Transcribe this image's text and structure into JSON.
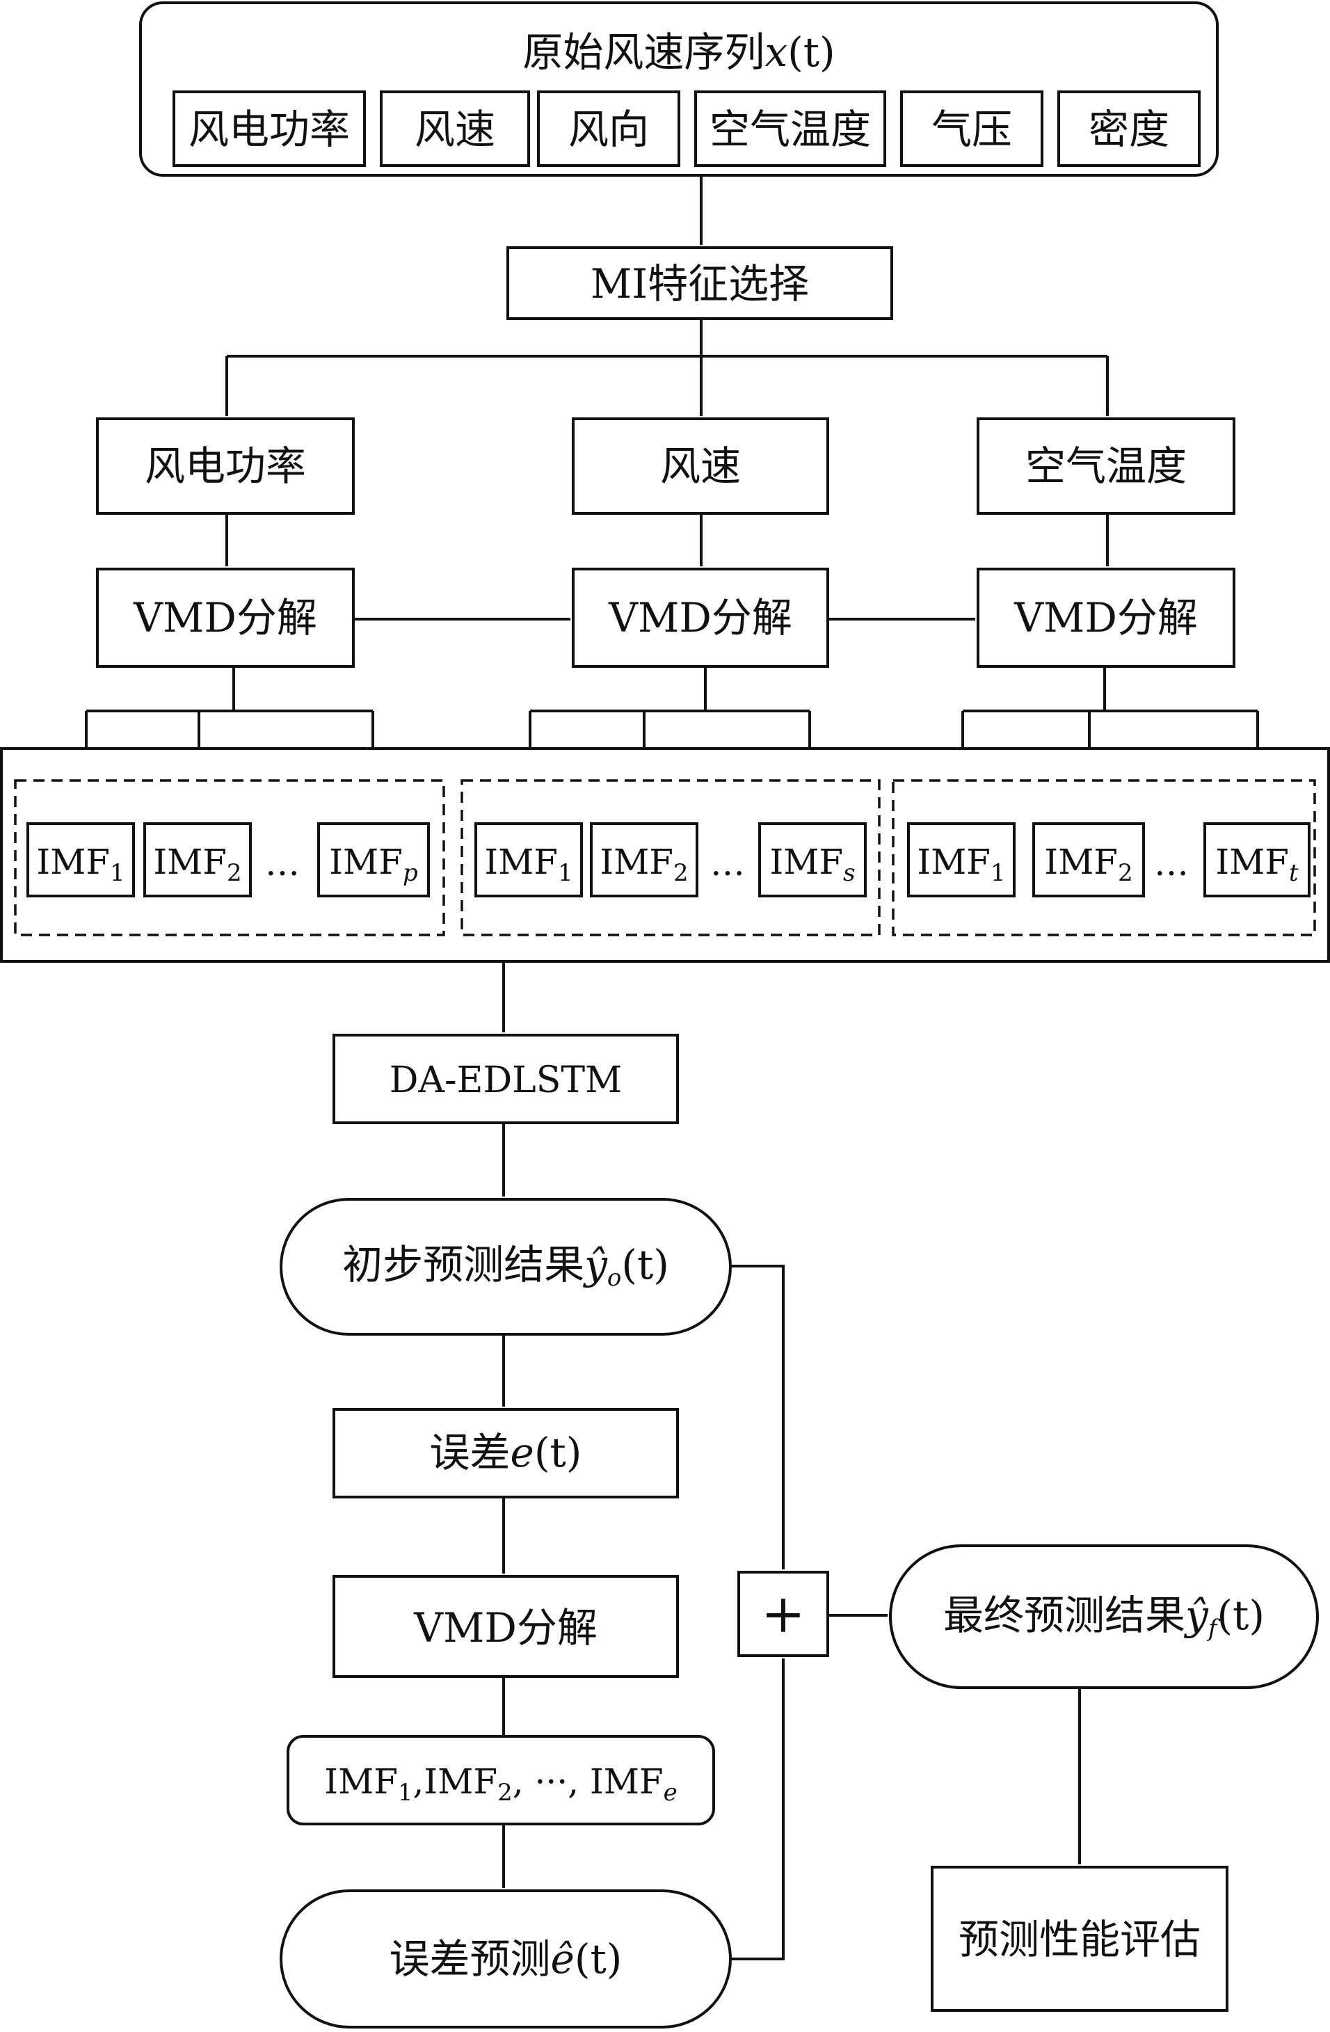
{
  "top": {
    "title": "原始风速序列",
    "title_var": "x",
    "title_arg": "(t)",
    "features": [
      "风电功率",
      "风速",
      "风向",
      "空气温度",
      "气压",
      "密度"
    ]
  },
  "mi_select": "MI特征选择",
  "selected": [
    "风电功率",
    "风速",
    "空气温度"
  ],
  "vmd_label": "VMD分解",
  "imf": {
    "base": "IMF",
    "sub1": "1",
    "sub2": "2",
    "ellipsis": "…",
    "groups": [
      {
        "last_sub": "p"
      },
      {
        "last_sub": "s"
      },
      {
        "last_sub": "t"
      }
    ]
  },
  "model": "DA-EDLSTM",
  "initial_pred": {
    "text": "初步预测结果",
    "var": "ŷ",
    "sub": "o",
    "arg": "(t)"
  },
  "error": {
    "text": "误差",
    "var": "e",
    "arg": "(t)"
  },
  "error_vmd": "VMD分解",
  "error_imfs": {
    "part1": "IMF",
    "sub1": "1",
    "part2": ",IMF",
    "sub2": "2",
    "part3": ", ···, IMF",
    "sub3": "e"
  },
  "error_pred": {
    "text": "误差预测",
    "var": "ê",
    "arg": "(t)"
  },
  "plus": "+",
  "final_pred": {
    "text": "最终预测结果",
    "var": "ŷ",
    "sub": "f",
    "arg": "(t)"
  },
  "evaluation": "预测性能评估"
}
